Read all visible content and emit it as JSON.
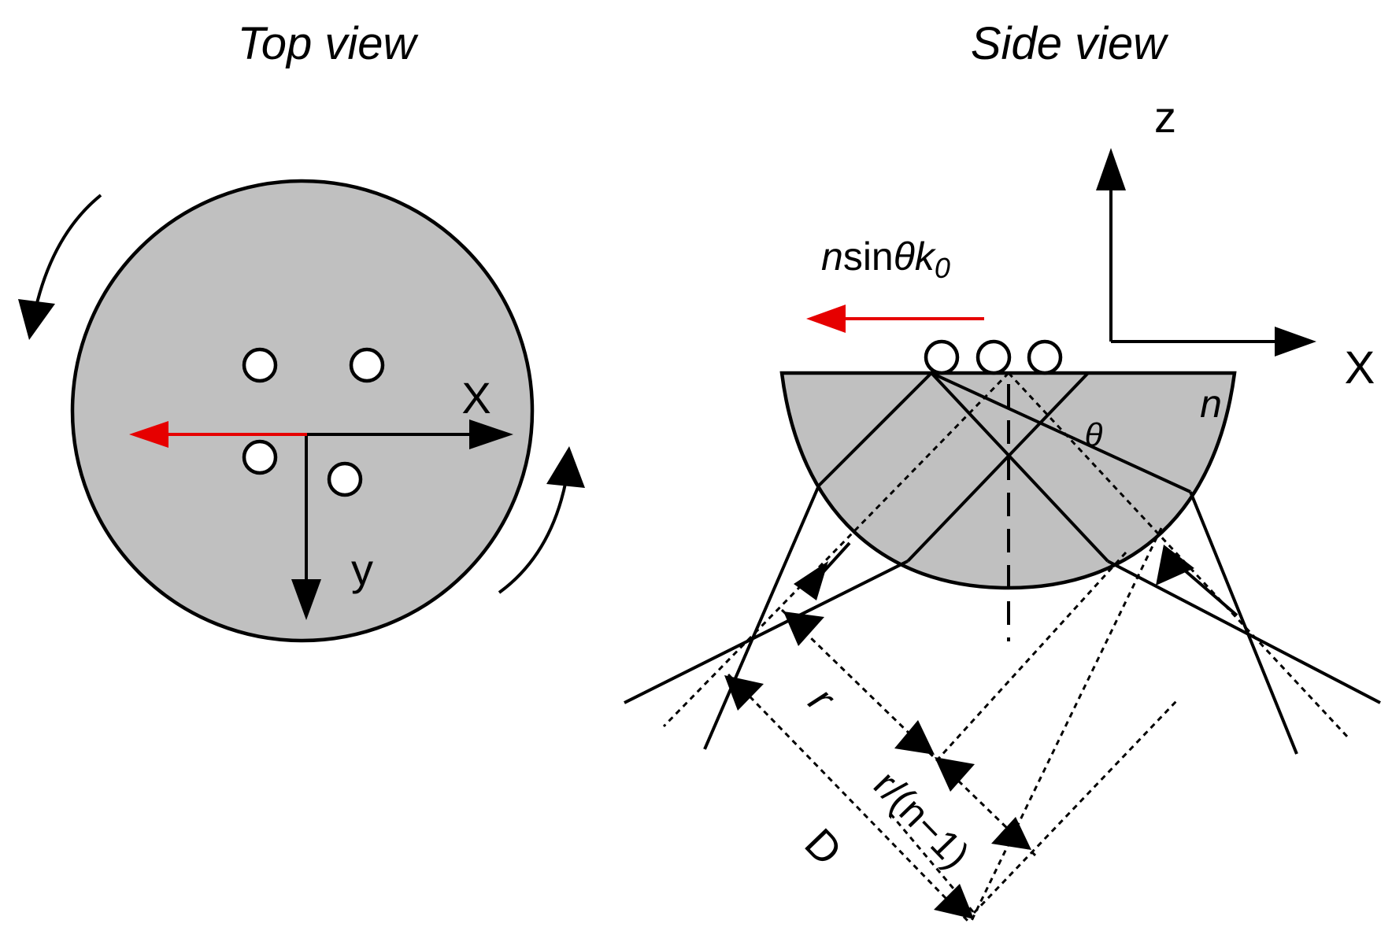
{
  "panels": {
    "top_view": {
      "title": "Top view"
    },
    "side_view": {
      "title": "Side view"
    }
  },
  "labels": {
    "top_x": "X",
    "top_y": "y",
    "side_z": "z",
    "side_x": "X",
    "n": "n",
    "theta": "θ",
    "momentum_n": "n",
    "momentum_sin": "sin",
    "momentum_theta": "θ",
    "momentum_k": "k",
    "momentum_sub": "0",
    "r": "r",
    "r_over": "r/(n−1)",
    "D": "D"
  },
  "colors": {
    "prism_fill": "#c0c0c0",
    "momentum_arrow": "#e60000",
    "line": "#000000"
  }
}
